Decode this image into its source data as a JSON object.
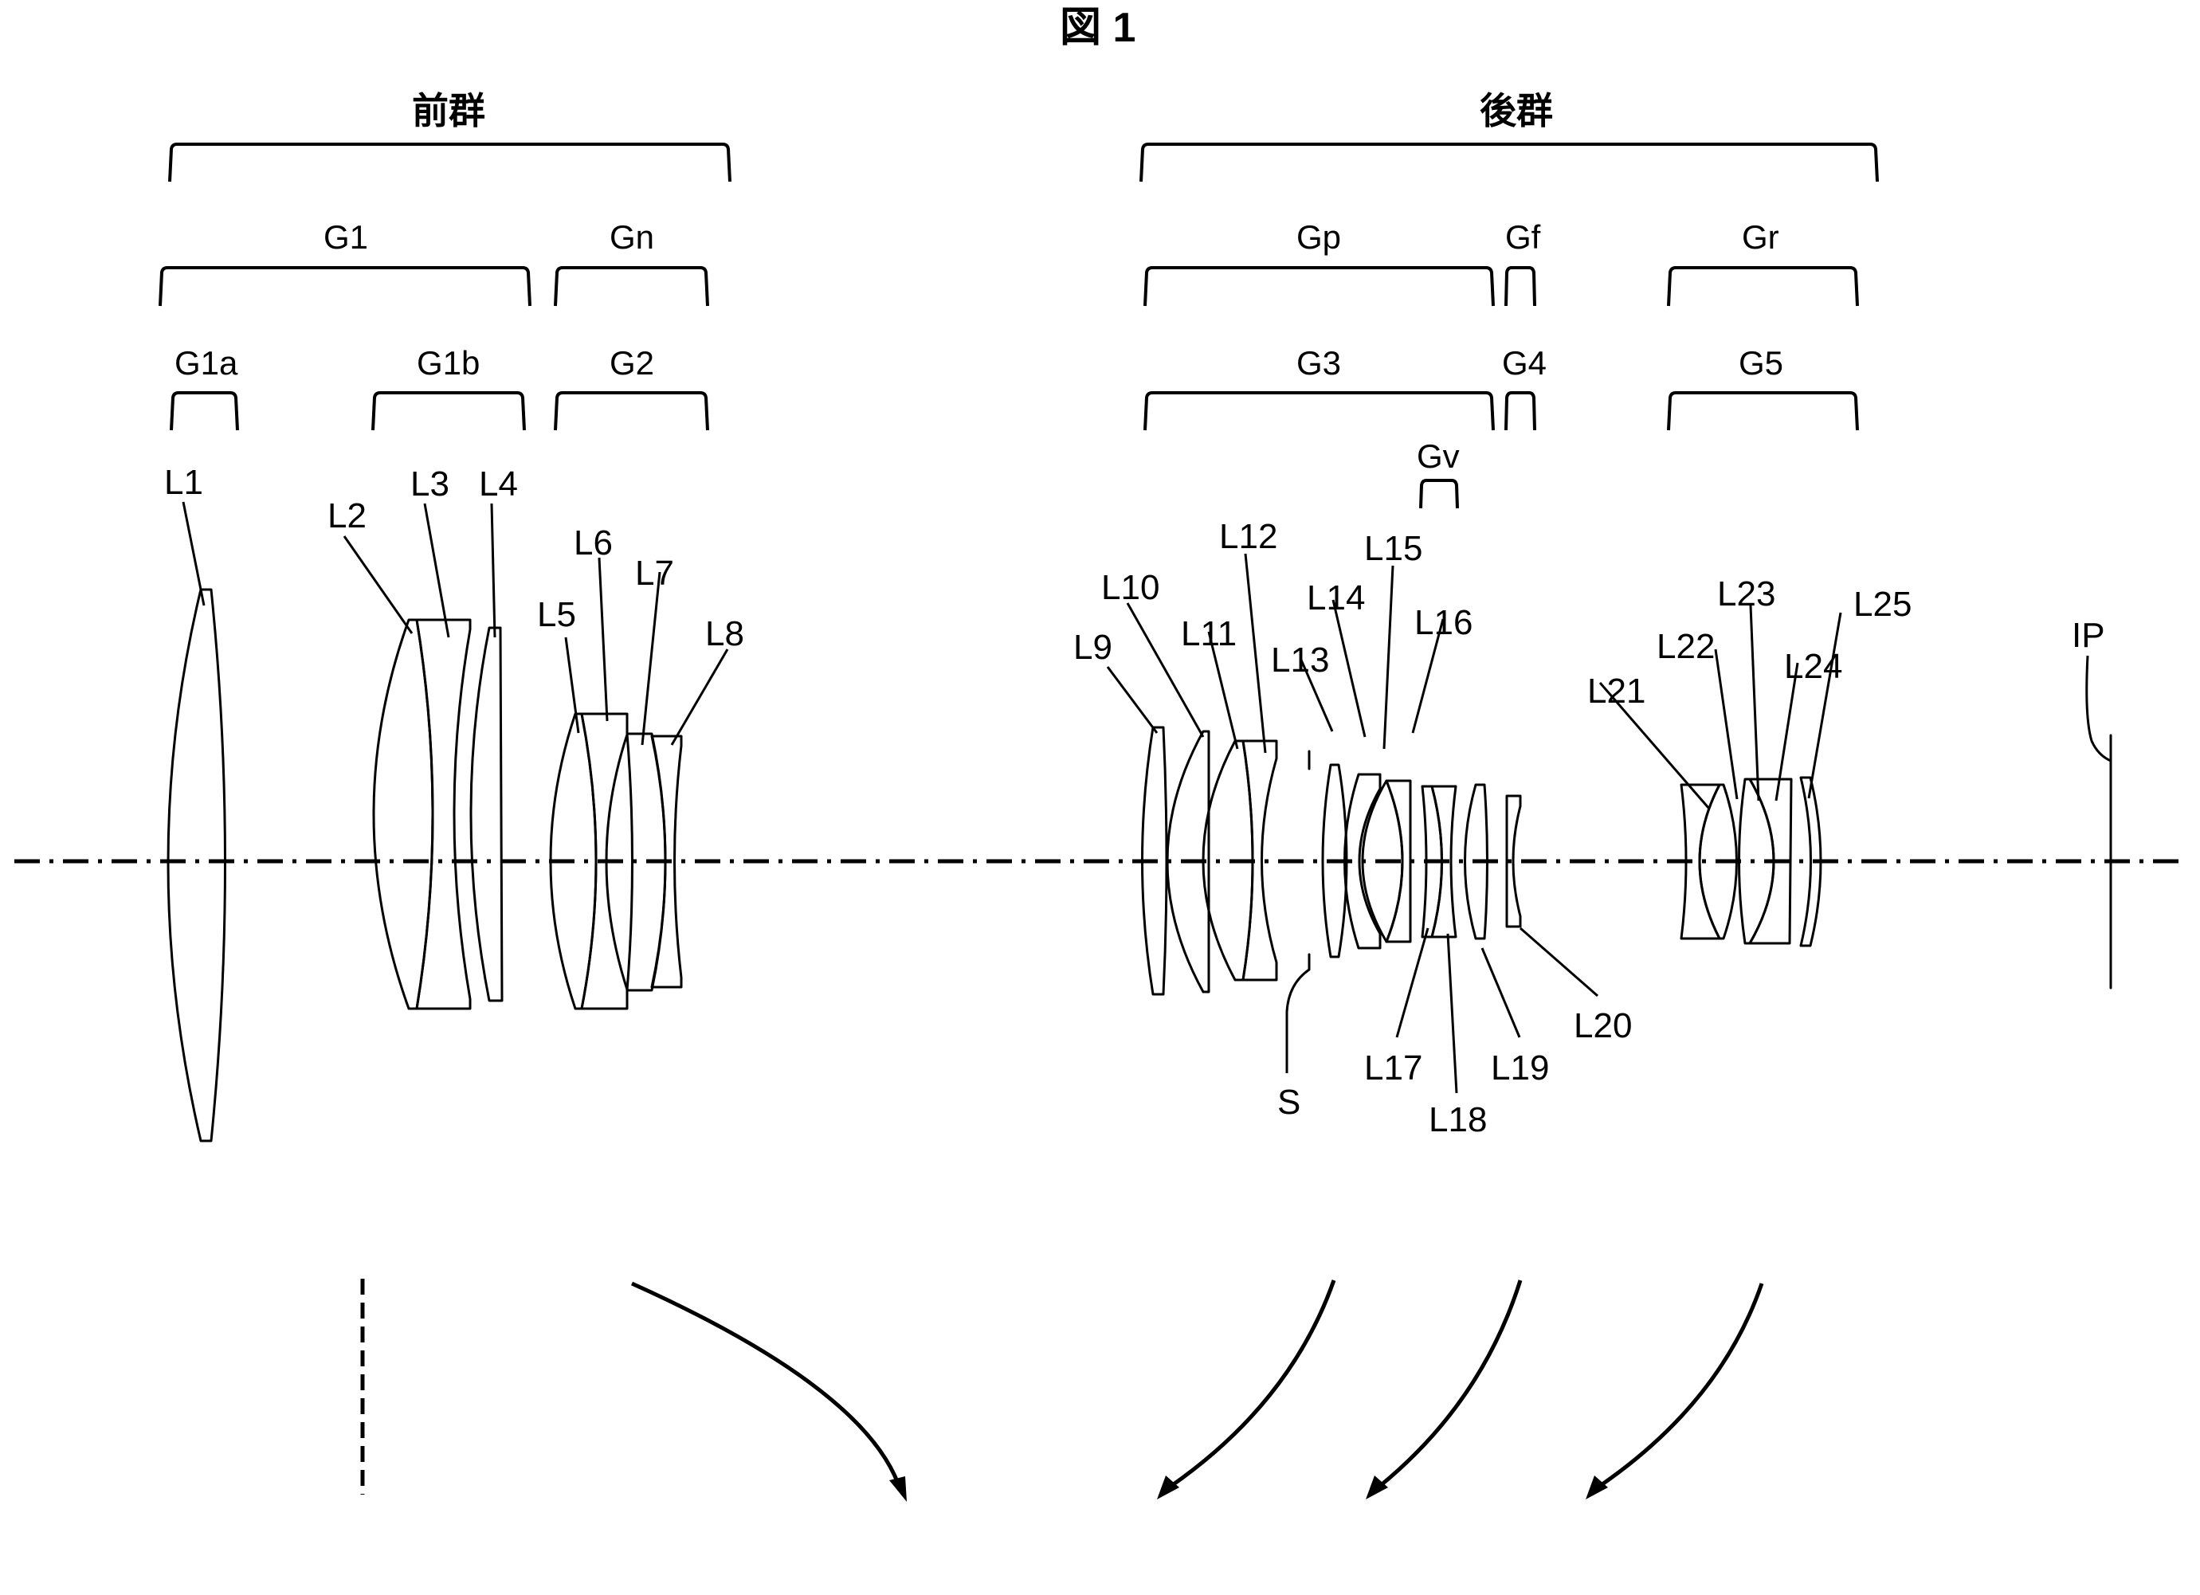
{
  "figure": {
    "title": "図 1",
    "ink_color": "#000000",
    "background": "#ffffff"
  },
  "groups": {
    "front": "前群",
    "rear": "後群",
    "G1": "G1",
    "Gn": "Gn",
    "G1a": "G1a",
    "G1b": "G1b",
    "G2": "G2",
    "Gp": "Gp",
    "Gf": "Gf",
    "Gr": "Gr",
    "G3": "G3",
    "G4": "G4",
    "G5": "G5",
    "Gv": "Gv"
  },
  "lenses": {
    "L1": "L1",
    "L2": "L2",
    "L3": "L3",
    "L4": "L4",
    "L5": "L5",
    "L6": "L6",
    "L7": "L7",
    "L8": "L8",
    "L9": "L9",
    "L10": "L10",
    "L11": "L11",
    "L12": "L12",
    "L13": "L13",
    "L14": "L14",
    "L15": "L15",
    "L16": "L16",
    "L17": "L17",
    "L18": "L18",
    "L19": "L19",
    "L20": "L20",
    "L21": "L21",
    "L22": "L22",
    "L23": "L23",
    "L24": "L24",
    "L25": "L25"
  },
  "markers": {
    "stop": "S",
    "image_plane": "IP"
  }
}
